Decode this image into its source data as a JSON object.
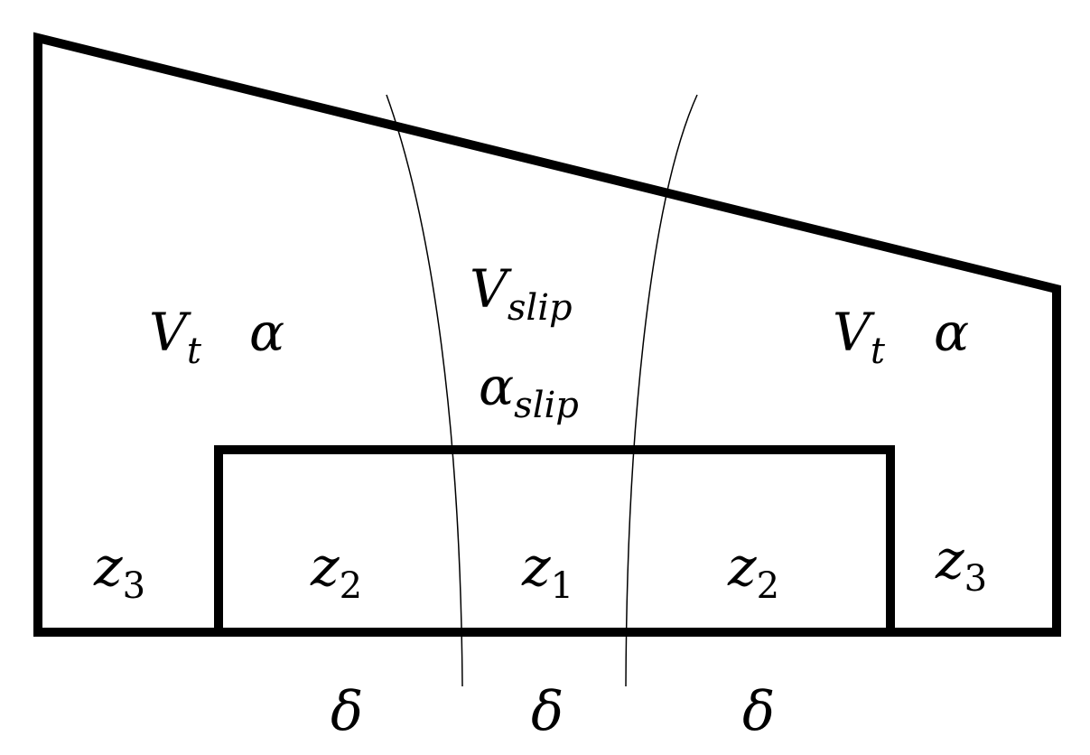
{
  "diagram": {
    "labels": {
      "left_velocity": {
        "base": "V",
        "sub": "t"
      },
      "left_angle": "α",
      "center_velocity": {
        "base": "V",
        "sub": "slip"
      },
      "center_angle": {
        "base": "α",
        "sub": "slip"
      },
      "right_velocity": {
        "base": "V",
        "sub": "t"
      },
      "right_angle": "α",
      "zones": [
        {
          "base": "z",
          "sub": "3"
        },
        {
          "base": "z",
          "sub": "2"
        },
        {
          "base": "z",
          "sub": "1"
        },
        {
          "base": "z",
          "sub": "2"
        },
        {
          "base": "z",
          "sub": "3"
        }
      ],
      "deltas": [
        "δ",
        "δ",
        "δ"
      ]
    },
    "colors": {
      "stroke": "#000000",
      "background": "#ffffff"
    }
  }
}
